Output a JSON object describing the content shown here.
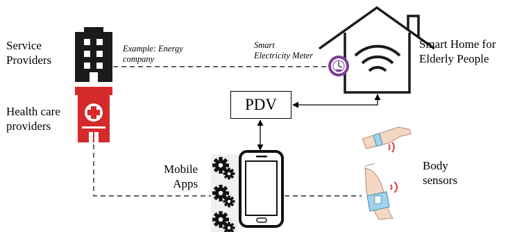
{
  "labels": {
    "service_providers": [
      "Service",
      "Providers"
    ],
    "example_company": [
      "Example: Energy",
      "company"
    ],
    "smart_meter": [
      "Smart",
      "Electricity Meter"
    ],
    "smart_home": [
      "Smart Home for",
      "Elderly People"
    ],
    "health_care": [
      "Health care",
      "providers"
    ],
    "pdv": "PDV",
    "mobile_apps": [
      "Mobile",
      "Apps"
    ],
    "body_sensors": [
      "Body",
      "sensors"
    ]
  },
  "colors": {
    "line": "#000000",
    "health_red": "#d42a2a",
    "meter_purple": "#7b3f98",
    "signal_red": "#e23b3b",
    "skin": "#f3d7c3",
    "band_blue": "#9fd3ec"
  },
  "icons": {
    "service_providers": "office-building-icon",
    "health_care": "hospital-building-icon",
    "smart_home": "house-wifi-icon",
    "smart_meter": "smart-meter-icon",
    "mobile": "smartphone-icon",
    "apps": "gears-icon",
    "sensors": "wearable-sensor-icon"
  }
}
